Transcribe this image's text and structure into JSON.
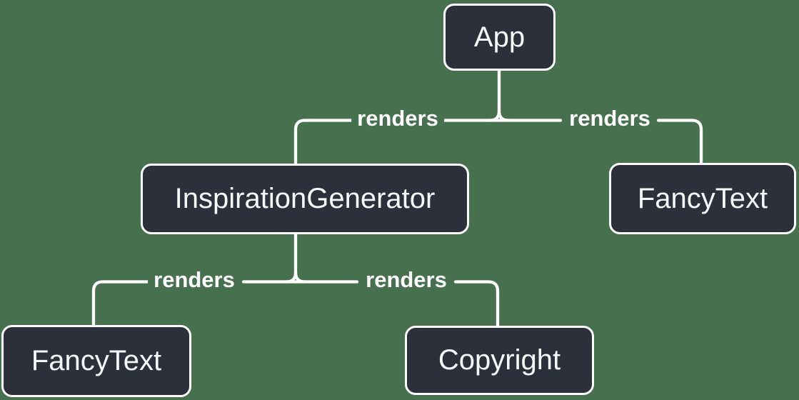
{
  "diagram": {
    "type": "render-tree",
    "colors": {
      "background": "#47704e",
      "node_fill": "#2b303b",
      "node_border": "#ffffff",
      "connector": "#ffffff",
      "text": "#f6f7f9"
    },
    "nodes": [
      {
        "id": "app",
        "label": "App"
      },
      {
        "id": "inspiration-generator",
        "label": "InspirationGenerator"
      },
      {
        "id": "fancy-text-top",
        "label": "FancyText"
      },
      {
        "id": "fancy-text-bottom",
        "label": "FancyText"
      },
      {
        "id": "copyright",
        "label": "Copyright"
      }
    ],
    "edges": [
      {
        "from": "App",
        "to": "InspirationGenerator",
        "label": "renders"
      },
      {
        "from": "App",
        "to": "FancyText",
        "label": "renders"
      },
      {
        "from": "InspirationGenerator",
        "to": "FancyText",
        "label": "renders"
      },
      {
        "from": "InspirationGenerator",
        "to": "Copyright",
        "label": "renders"
      }
    ]
  }
}
